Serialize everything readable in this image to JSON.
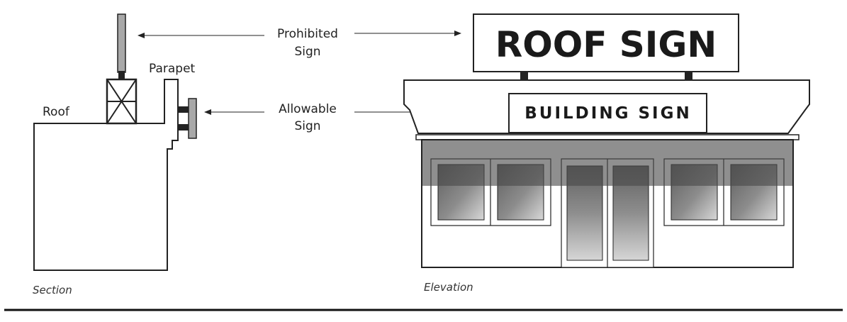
{
  "section": {
    "labels": {
      "roof": "Roof",
      "parapet": "Parapet",
      "prohibited_line1": "Prohibited",
      "prohibited_line2": "Sign",
      "allowable_line1": "Allowable",
      "allowable_line2": "Sign"
    },
    "caption": "Section"
  },
  "elevation": {
    "roof_sign_text": "ROOF SIGN",
    "building_sign_text": "BUILDING SIGN",
    "caption": "Elevation"
  },
  "colors": {
    "line": "#222222",
    "sign_post": "#a8a8a8",
    "awning": "#5a5a5a",
    "glass_light": "#d0d0d0",
    "glass_dark": "#6e6e6e"
  }
}
